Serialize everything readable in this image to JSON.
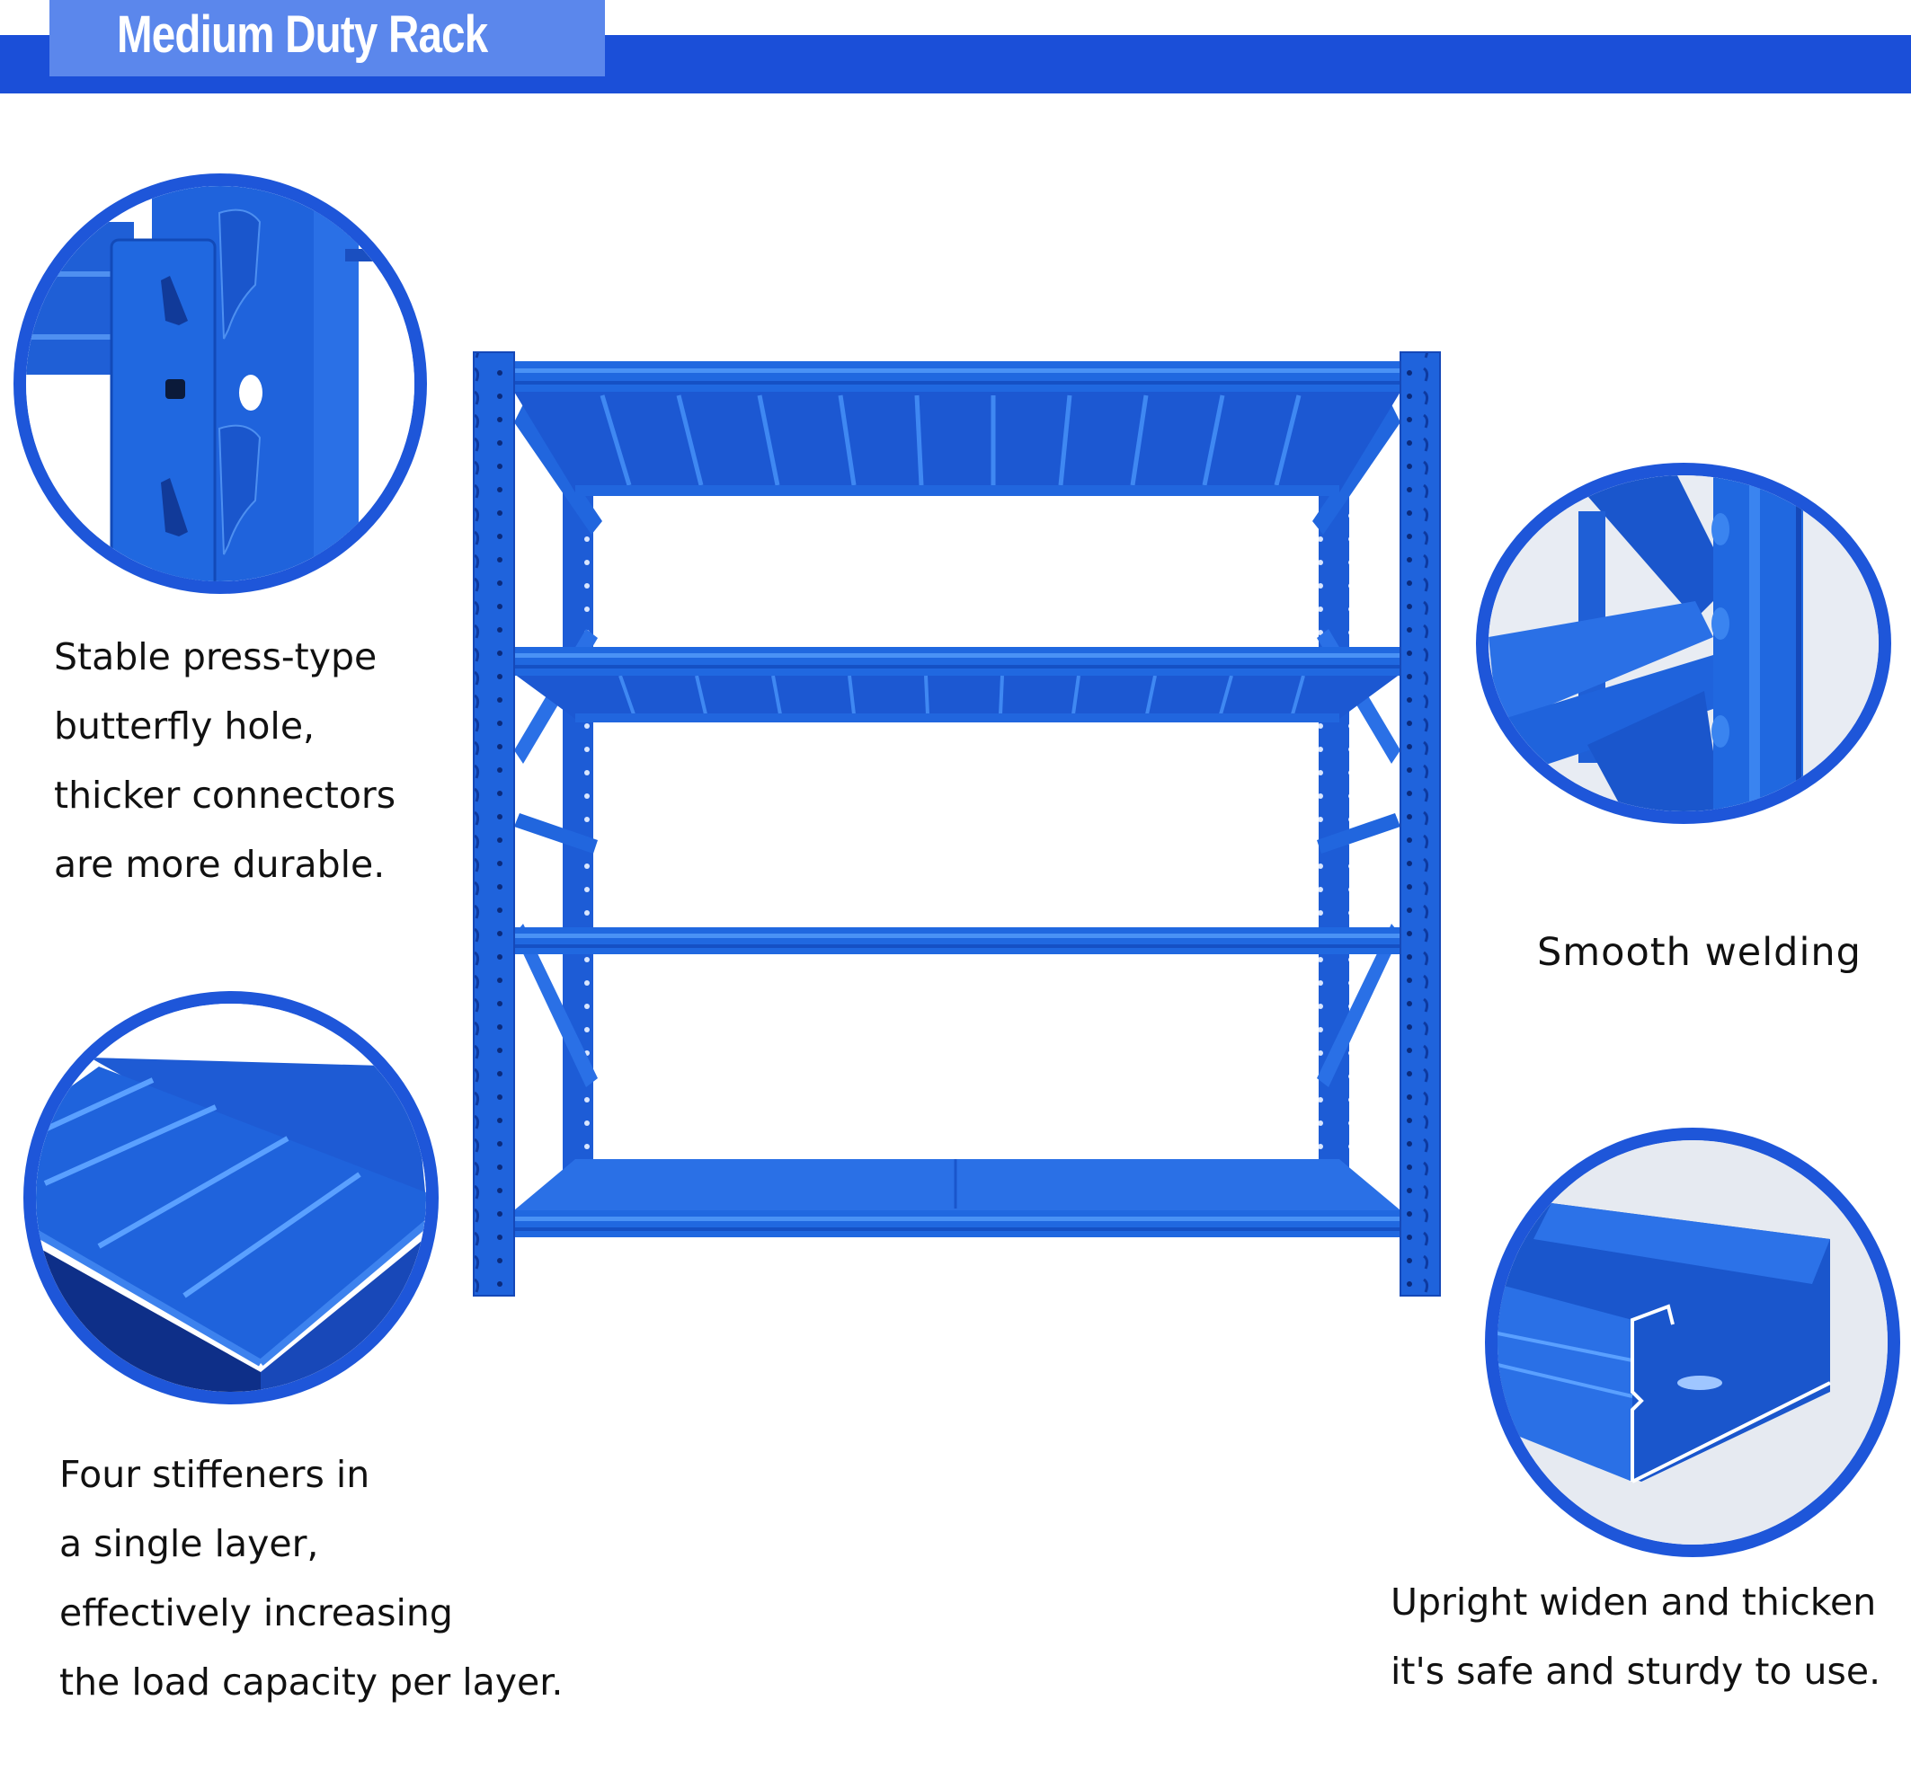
{
  "header": {
    "title": "Medium Duty Rack",
    "colors": {
      "bar": "#1b4fd8",
      "title_box": "#5b87ec",
      "title_text": "#ffffff"
    }
  },
  "product": {
    "name": "medium-duty-rack",
    "color": "#1f63dc",
    "levels": 4
  },
  "features": [
    {
      "id": "butterfly-hole",
      "position": "top-left",
      "lines": [
        "Stable press-type",
        "butterfly hole,",
        "thicker connectors",
        "are more durable."
      ]
    },
    {
      "id": "stiffeners",
      "position": "bottom-left",
      "lines": [
        "Four stiffeners in",
        "a single layer,",
        "effectively increasing",
        "the load capacity per layer."
      ]
    },
    {
      "id": "welding",
      "position": "top-right",
      "lines": [
        "Smooth welding"
      ]
    },
    {
      "id": "upright",
      "position": "bottom-right",
      "lines": [
        "Upright widen and thicken",
        "it's safe and sturdy to use."
      ]
    }
  ]
}
